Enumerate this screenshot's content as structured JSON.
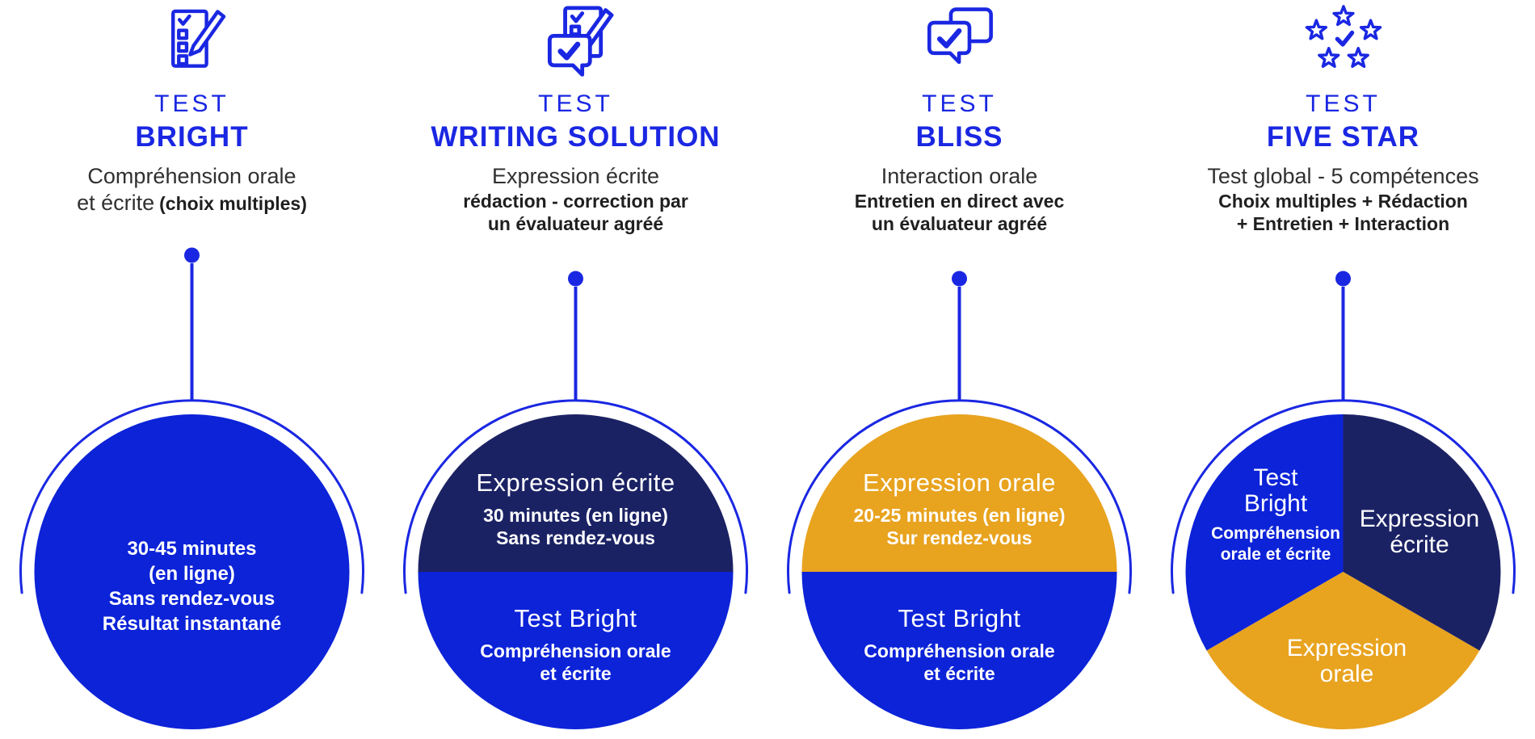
{
  "colors": {
    "blue": "#0c23d8",
    "navy": "#1b2264",
    "orange": "#e8a31f",
    "accent": "#1a27e2",
    "ink": "#262626"
  },
  "columns": [
    {
      "id": "bright",
      "icon": "checklist-pencil-icon",
      "kicker": "TEST",
      "name": "BRIGHT",
      "subtitle": {
        "line1": "Compréhension orale",
        "line2_light": "et écrite",
        "line2_bold": "(choix multiples)"
      },
      "circle": {
        "type": "single",
        "line1": "30-45 minutes",
        "line2": "(en ligne)",
        "line3": "Sans rendez-vous",
        "line4": "Résultat instantané"
      }
    },
    {
      "id": "writing-solution",
      "icon": "document-pencil-bubble-icon",
      "kicker": "TEST",
      "name": "WRITING SOLUTION",
      "subtitle": {
        "line1": "Expression écrite",
        "line2_bold": "rédaction - correction par",
        "line3_bold": "un évaluateur agréé"
      },
      "circle": {
        "type": "two-halves",
        "top": {
          "title": "Expression écrite",
          "detail1": "30 minutes (en ligne)",
          "detail2": "Sans rendez-vous"
        },
        "bottom": {
          "title": "Test Bright",
          "detail1": "Compréhension orale",
          "detail2": "et écrite"
        }
      }
    },
    {
      "id": "bliss",
      "icon": "speech-bubbles-check-icon",
      "kicker": "TEST",
      "name": "BLISS",
      "subtitle": {
        "line1": "Interaction orale",
        "line2_bold": "Entretien en direct avec",
        "line3_bold": "un évaluateur agréé"
      },
      "circle": {
        "type": "two-halves",
        "top": {
          "title": "Expression orale",
          "detail1": "20-25 minutes (en ligne)",
          "detail2": "Sur rendez-vous"
        },
        "bottom": {
          "title": "Test Bright",
          "detail1": "Compréhension orale",
          "detail2": "et écrite"
        }
      }
    },
    {
      "id": "five-star",
      "icon": "five-stars-check-icon",
      "kicker": "TEST",
      "name": "FIVE STAR",
      "subtitle": {
        "line1": "Test global - 5 compétences",
        "line2_bold": "Choix multiples + Rédaction",
        "line3_bold": "+ Entretien + Interaction"
      },
      "circle": {
        "type": "pie",
        "sectors": [
          {
            "color": "blue",
            "line1": "Test",
            "line2": "Bright",
            "sub1": "Compréhension",
            "sub2": "orale et écrite"
          },
          {
            "color": "navy",
            "line1": "Expression",
            "line2": "écrite"
          },
          {
            "color": "orange",
            "line1": "Expression",
            "line2": "orale"
          }
        ]
      }
    }
  ]
}
